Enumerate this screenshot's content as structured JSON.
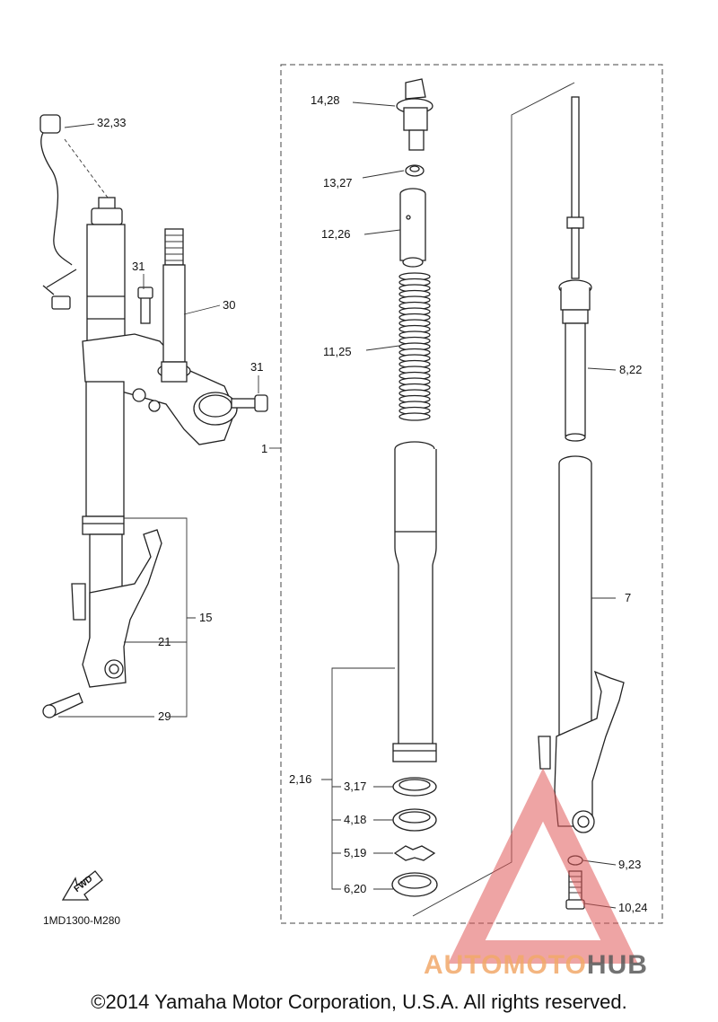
{
  "parts": {
    "p32_33": "32,33",
    "p31_top": "31",
    "p30": "30",
    "p31_side": "31",
    "p1": "1",
    "p15": "15",
    "p21": "21",
    "p29": "29",
    "p14_28": "14,28",
    "p13_27": "13,27",
    "p12_26": "12,26",
    "p11_25": "11,25",
    "p2_16": "2,16",
    "p3_17": "3,17",
    "p4_18": "4,18",
    "p5_19": "5,19",
    "p6_20": "6,20",
    "p8_22": "8,22",
    "p7": "7",
    "p9_23": "9,23",
    "p10_24": "10,24"
  },
  "fwd_label": "FWD",
  "diagram_code": "1MD1300-M280",
  "copyright": "©2014 Yamaha Motor Corporation, U.S.A. All rights reserved.",
  "watermark": {
    "part1": "AUTOMOTO",
    "part2": "HUB",
    "color_accent": "#f2a96a",
    "color_dark": "#5a5a5a",
    "triangle_color": "#e05a5a"
  },
  "icons": [
    "fwd-arrow-icon",
    "watermark-triangle-icon"
  ]
}
